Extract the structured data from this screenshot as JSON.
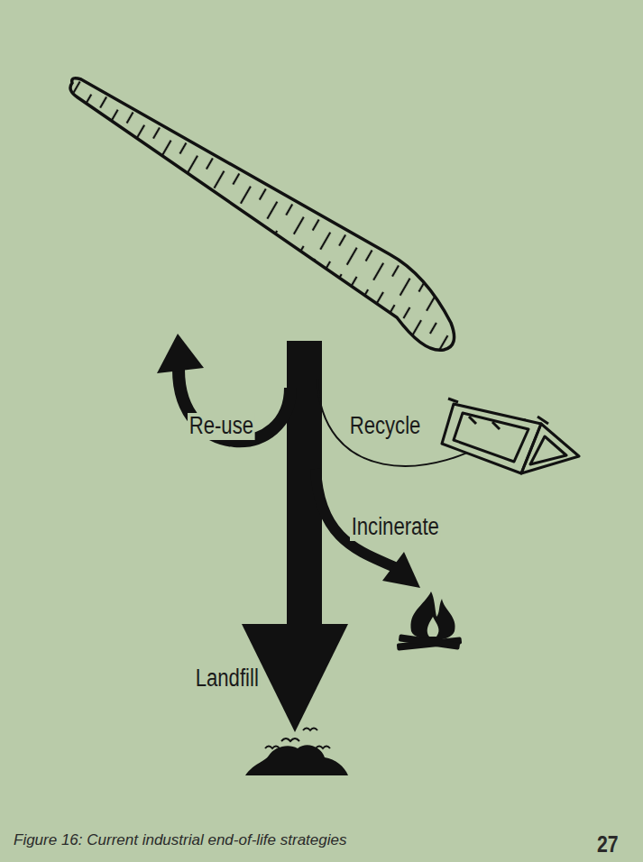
{
  "diagram": {
    "caption": "Figure 16: Current industrial end-of-life strategies",
    "labels": [
      "Re-use",
      "Recycle",
      "Incinerate",
      "Landfill",
      "27"
    ]
  }
}
